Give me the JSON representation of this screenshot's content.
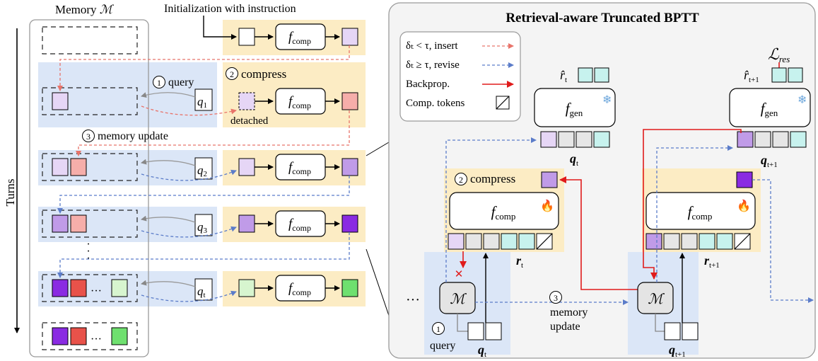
{
  "left": {
    "memory_label": "Memory",
    "memory_symbol": "ℳ",
    "turns_label": "Turns",
    "init_label": "Initialization with instruction",
    "step1_num": "1",
    "step1_label": "query",
    "step2_num": "2",
    "step2_label": "compress",
    "step3_num": "3",
    "step3_label": "memory update",
    "detached_label": "detached",
    "ellipsis_dots": ". . .",
    "f_comp": {
      "base": "f",
      "sub": "comp"
    },
    "queries": [
      {
        "base": "q",
        "sub": "1"
      },
      {
        "base": "q",
        "sub": "2"
      },
      {
        "base": "q",
        "sub": "3"
      },
      {
        "base": "q",
        "sub": "t"
      }
    ]
  },
  "right": {
    "title": "Retrieval-aware Truncated BPTT",
    "legend": {
      "insert": "δₜ < τ, insert",
      "revise": "δₜ ≥ τ, revise",
      "backprop": "Backprop.",
      "comp_tokens": "Comp. tokens"
    },
    "loss": {
      "base": "ℒ",
      "sub": "res"
    },
    "r_hat_t": {
      "base": "r̂",
      "sub": "t"
    },
    "r_hat_t1": {
      "base": "r̂",
      "sub": "t+1"
    },
    "f_gen": {
      "base": "f",
      "sub": "gen"
    },
    "f_comp": {
      "base": "f",
      "sub": "comp"
    },
    "q_t": {
      "base": "q",
      "sub": "t"
    },
    "q_t1": {
      "base": "q",
      "sub": "t+1"
    },
    "r_t": {
      "base": "r",
      "sub": "t"
    },
    "r_t1": {
      "base": "r",
      "sub": "t+1"
    },
    "memory_symbol": "ℳ",
    "compress_num": "2",
    "compress_label": "compress",
    "query_num": "1",
    "query_label": "query",
    "update_num": "3",
    "update_label_1": "memory",
    "update_label_2": "update",
    "ellipsis": "···",
    "fire_icon": "🔥",
    "snow_icon": "❄",
    "cross": "✕"
  },
  "colors": {
    "blue_bg": "#dbe6f7",
    "orange_bg": "#fcecc4",
    "gray_panel": "#f4f4f4",
    "insert_arrow": "#e8736a",
    "revise_arrow": "#5b7cc9",
    "backprop": "#e01b1b",
    "lavender": "#e6d6f6",
    "salmon": "#f6aeaa",
    "mid_purple": "#c09be8",
    "purple": "#8a2be2",
    "red": "#e8524a",
    "light_green": "#d7f5cf",
    "green": "#6fe06f",
    "light_gray": "#e6e6e6",
    "teal": "#c7f2ee"
  }
}
